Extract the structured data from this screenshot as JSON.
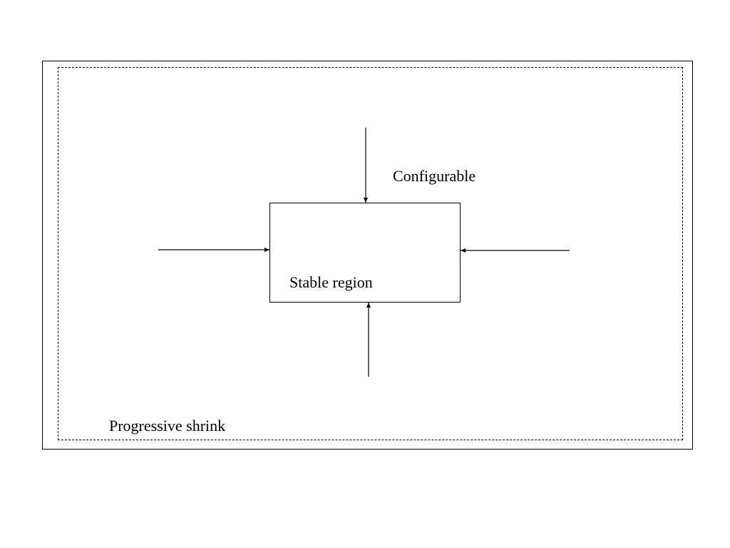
{
  "diagram": {
    "labels": {
      "configurable": "Configurable",
      "stable_region": "Stable region",
      "progressive_shrink": "Progressive shrink"
    }
  }
}
